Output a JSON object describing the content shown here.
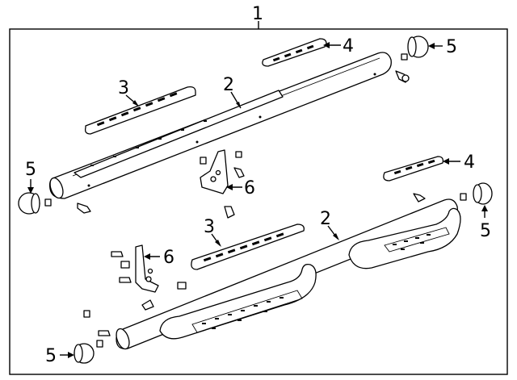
{
  "callouts": {
    "c1": "1",
    "c2_upper": "2",
    "c2_lower": "2",
    "c3_upper": "3",
    "c3_lower": "3",
    "c4_upper": "4",
    "c4_lower": "4",
    "c5_top_right": "5",
    "c5_left": "5",
    "c5_right": "5",
    "c5_bottom_left": "5",
    "c6_upper": "6",
    "c6_lower": "6"
  },
  "parts": [
    {
      "callout": "1",
      "kind": "assembly",
      "icon": "frame-bracket-icon"
    },
    {
      "callout": "2",
      "kind": "step-bar-tube",
      "icon": "tube-icon"
    },
    {
      "callout": "3",
      "kind": "step-pad-long",
      "icon": "step-pad-icon"
    },
    {
      "callout": "4",
      "kind": "step-pad-short",
      "icon": "step-pad-icon"
    },
    {
      "callout": "5",
      "kind": "end-cap",
      "icon": "end-cap-icon"
    },
    {
      "callout": "6",
      "kind": "mounting-bracket",
      "icon": "bracket-icon"
    }
  ]
}
